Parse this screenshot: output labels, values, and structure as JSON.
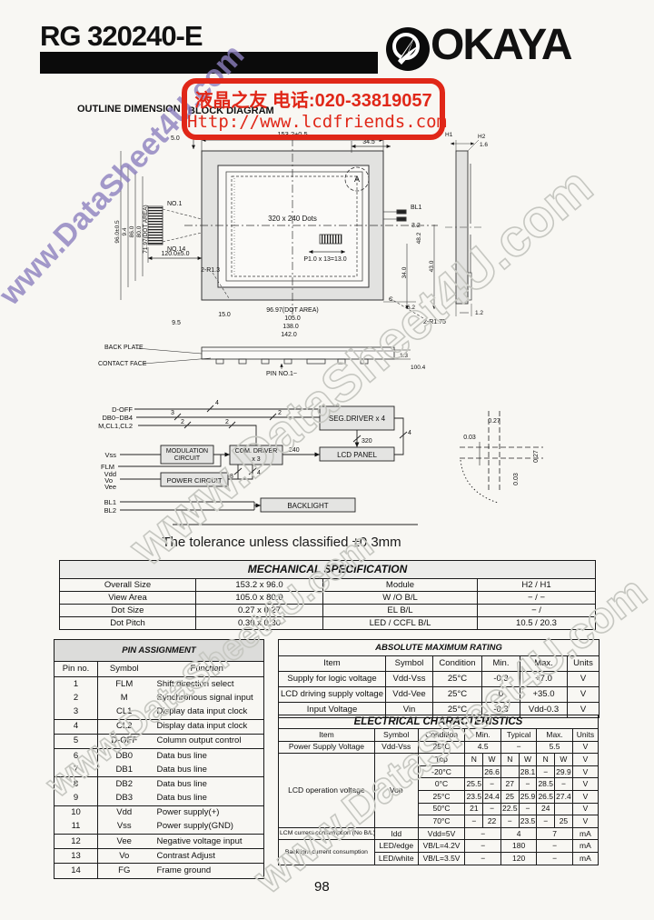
{
  "header": {
    "model": "RG 320240-E",
    "brand": "OKAYA",
    "section_left": "OUTLINE DIMENSION",
    "section_right": "BLOCK DIAGRAM",
    "stamp_line1": "液晶之友 电话:020-33819057",
    "stamp_line2": "Http://www.lcdfriends.com"
  },
  "colors": {
    "stamp_red": "#e02718",
    "watermark_purple": "#8c80be",
    "watermark_gray": "#c6c7c1"
  },
  "watermark": {
    "text": "www.DataSheet4U.com"
  },
  "tolerance_note": "The tolerance unless classified ±0.3mm",
  "page_number": "98",
  "drawing": {
    "labels": {
      "dim_width": "153.2±0.5",
      "dim_5": "5.0",
      "dim_345": "34.5",
      "detail_a": "A",
      "dots": "320 x 240 Dots",
      "bl1": "BL1",
      "dim_32": "3.2",
      "dim_482": "48.2",
      "no1": "NO.1",
      "no14": "NO.14",
      "dim_120": "120.0±5.0",
      "r13": "2-R1.3",
      "pitch13": "P1.0 x 13=13.0",
      "dim_430": "43.0",
      "dim_340": "34.0",
      "dim_62": "6.2",
      "r175": "2-R1.75",
      "corner_c": "C",
      "dim_150": "15.0",
      "dim_95": "9.5",
      "dot_area_w": "96.97(DOT AREA)",
      "dim_1050": "105.0",
      "dim_1380": "138.0",
      "dim_1420": "142.0",
      "left_dims": [
        "96.0±0.5",
        "9.4",
        "86.0",
        "80.0",
        "71.97(DOT AREA)"
      ],
      "back_plate": "BACK PLATE",
      "contact_face": "CONTACT FACE",
      "pin_no": "PIN NO.1~",
      "dim_13": "1.3",
      "dim_1004": "100.4",
      "h1": "H1",
      "h2": "H2",
      "dim_16": "1.6",
      "dim_12": "1.2"
    },
    "detail": {
      "d027a": "0.27",
      "d003a": "0.03",
      "d027b": "0.27",
      "d003b": "0.03"
    }
  },
  "block_diagram": {
    "sig1": "D-OFF",
    "sig2": "DB0~DB4",
    "sig3": "M,CL1,CL2",
    "vss": "Vss",
    "flm": "FLM",
    "vdd": "Vdd",
    "vo": "Vo",
    "vee": "Vee",
    "bl1": "BL1",
    "bl2": "BL2",
    "mod1": "MODULATION",
    "mod2": "CIRCUIT",
    "com1": "COM. DRIVER",
    "com2": "x 3",
    "seg": "SEG.DRIVER x 4",
    "lcd": "LCD PANEL",
    "pwr": "POWER CIRCUIT",
    "bl": "BACKLIGHT",
    "n4a": "4",
    "n3": "3",
    "n2a": "2",
    "n2b": "2",
    "n2c": "2",
    "n240": "240",
    "n320": "320",
    "n4b": "4",
    "n8": "8",
    "n4c": "4"
  },
  "tables": {
    "mech": {
      "rows": [
        [
          {
            "t": "MECHANICAL  SPECIFICATION",
            "cs": 4,
            "c": "ttl"
          }
        ],
        [
          "Overall Size",
          "153.2 x 96.0",
          "Module",
          "H2 / H1"
        ],
        [
          "View Area",
          "105.0 x 80.0",
          "W /O  B/L",
          "− / −"
        ],
        [
          "Dot Size",
          "0.27 x 0.27",
          "EL B/L",
          "− /"
        ],
        [
          "Dot Pitch",
          "0.30 x 0.30",
          "LED / CCFL B/L",
          "10.5 / 20.3"
        ]
      ]
    },
    "pin": {
      "rows": [
        [
          {
            "t": "PIN  ASSIGNMENT",
            "cs": 3,
            "c": "ttl"
          }
        ],
        [
          "Pin no.",
          "Symbol",
          "Function"
        ],
        [
          "1",
          "FLM",
          "Shift direction select"
        ],
        [
          "2",
          "M",
          "Synchronous signal input"
        ],
        [
          "3",
          "CL1",
          "Display data input clock"
        ],
        [
          "4",
          "CL2",
          "Display data input clock"
        ],
        [
          "5",
          "D-OFF",
          "Column output control"
        ],
        [
          "6",
          "DB0",
          "Data bus line"
        ],
        [
          "7",
          "DB1",
          "Data bus line"
        ],
        [
          "8",
          "DB2",
          "Data bus line"
        ],
        [
          "9",
          "DB3",
          "Data bus line"
        ],
        [
          "10",
          "Vdd",
          "Power supply(+)"
        ],
        [
          "11",
          "Vss",
          "Power supply(GND)"
        ],
        [
          "12",
          "Vee",
          "Negative voltage input"
        ],
        [
          "13",
          "Vo",
          "Contrast Adjust"
        ],
        [
          "14",
          "FG",
          "Frame ground"
        ]
      ]
    },
    "abs": {
      "rows": [
        [
          {
            "t": "ABSOLUTE MAXIMUM RATING",
            "cs": 6,
            "c": "ttl"
          }
        ],
        [
          "Item",
          "Symbol",
          "Condition",
          "Min.",
          "Max.",
          "Units"
        ],
        [
          "Supply for logic voltage",
          "Vdd-Vss",
          "25°C",
          "-0.3",
          "+7.0",
          "V"
        ],
        [
          "LCD driving supply voltage",
          "Vdd-Vee",
          "25°C",
          "0",
          "+35.0",
          "V"
        ],
        [
          "Input Voltage",
          "Vin",
          "25°C",
          "-0.3",
          "Vdd-0.3",
          "V"
        ]
      ]
    },
    "elec": {
      "rows": [
        [
          {
            "t": "ELECTRICAL CHARACTERISTICS",
            "cs": 10,
            "c": "ttl"
          }
        ],
        [
          "Item",
          "Symbol",
          "Condition",
          {
            "t": "Min.",
            "cs": 2
          },
          {
            "t": "Typical",
            "cs": 2
          },
          {
            "t": "Max.",
            "cs": 2
          },
          "Units"
        ],
        [
          "Power Supply Voltage",
          "Vdd-Vss",
          "25°C",
          {
            "t": "4.5",
            "cs": 2
          },
          {
            "t": "−",
            "cs": 2
          },
          {
            "t": "5.5",
            "cs": 2
          },
          "V"
        ],
        [
          {
            "t": "LCD operation voltage",
            "rs": 6
          },
          {
            "t": "Vop",
            "rs": 6
          },
          "Top",
          "N",
          "W",
          "N",
          "W",
          "N",
          "W",
          "V"
        ],
        [
          "-20°C",
          "",
          "26.6",
          "",
          "28.1",
          "−",
          "29.9",
          "V"
        ],
        [
          "0°C",
          "25.5",
          "−",
          "27",
          "−",
          "28.5",
          "−",
          "V"
        ],
        [
          "25°C",
          "23.5",
          "24.4",
          "25",
          "25.9",
          "26.5",
          "27.4",
          "V"
        ],
        [
          "50°C",
          "21",
          "−",
          "22.5",
          "−",
          "24",
          "",
          "V"
        ],
        [
          "70°C",
          "−",
          "22",
          "−",
          "23.5",
          "−",
          "25",
          "V"
        ],
        [
          {
            "t": "LCM current consumption (No B/L)",
            "c": "sm"
          },
          "Idd",
          "Vdd=5V",
          {
            "t": "−",
            "cs": 2
          },
          {
            "t": "4",
            "cs": 2
          },
          {
            "t": "7",
            "cs": 2
          },
          "mA"
        ],
        [
          {
            "t": "Backlight current consumption",
            "rs": 2,
            "c": "sm"
          },
          "LED/edge",
          "VB/L=4.2V",
          {
            "t": "−",
            "cs": 2
          },
          {
            "t": "180",
            "cs": 2
          },
          {
            "t": "−",
            "cs": 2
          },
          "mA"
        ],
        [
          "LED/white",
          "VB/L=3.5V",
          {
            "t": "−",
            "cs": 2
          },
          {
            "t": "120",
            "cs": 2
          },
          {
            "t": "−",
            "cs": 2
          },
          "mA"
        ]
      ]
    }
  }
}
